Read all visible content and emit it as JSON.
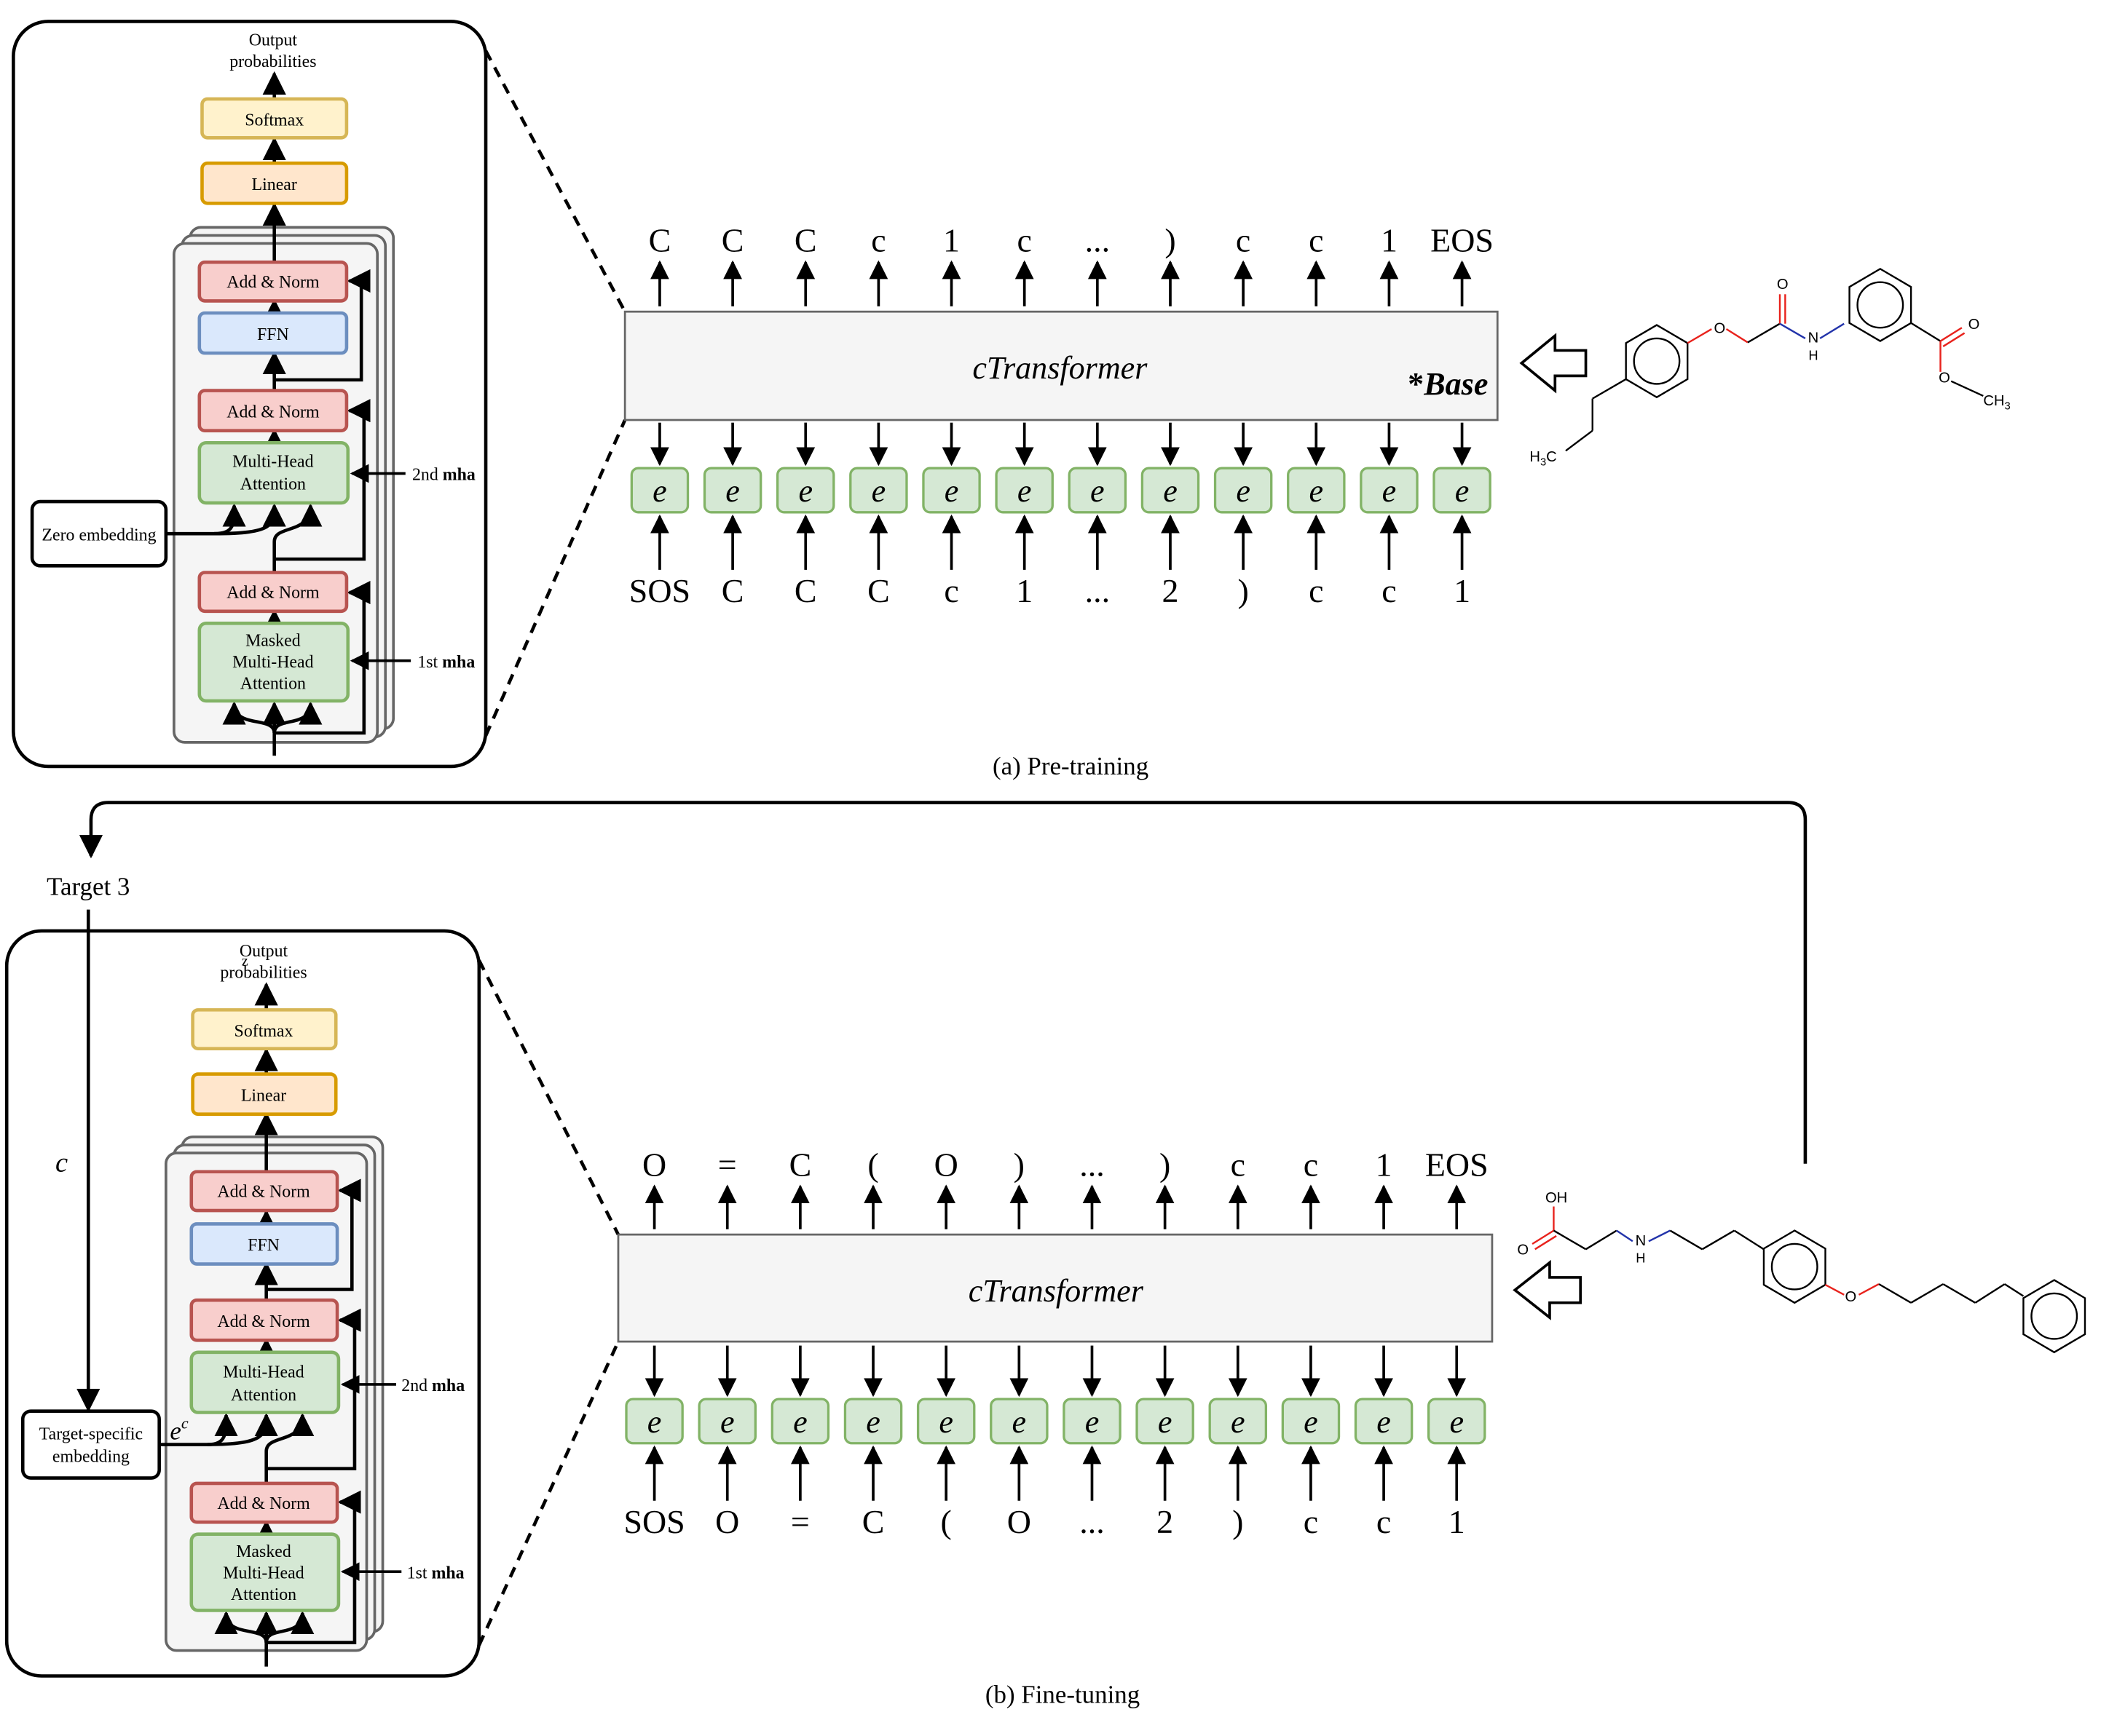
{
  "colors": {
    "softmax_fill": "#fff2cc",
    "softmax_stroke": "#d6b656",
    "linear_fill": "#ffe6cc",
    "linear_stroke": "#d79b00",
    "addnorm_fill": "#f8cecc",
    "addnorm_stroke": "#b85450",
    "ffn_fill": "#dae8fc",
    "ffn_stroke": "#6c8ebf",
    "attn_fill": "#d5e8d4",
    "attn_stroke": "#82b366",
    "oxygen": "#e8221c",
    "nitrogen": "#2233aa"
  },
  "pretrain": {
    "encoder": {
      "output_label_1": "Output",
      "output_label_2": "probabilities",
      "softmax": "Softmax",
      "linear": "Linear",
      "addnorm": "Add & Norm",
      "ffn": "FFN",
      "mha_1": "Multi-Head",
      "mha_2": "Attention",
      "masked_1": "Masked",
      "masked_2": "Multi-Head",
      "masked_3": "Attention",
      "embedding": "Zero embedding",
      "second_prefix": "2nd ",
      "second_bold": "mha",
      "first_prefix": "1st ",
      "first_bold": "mha"
    },
    "transformer_label": "cTransformer",
    "base_star": "*",
    "base_label": "Base",
    "output_tokens": [
      "C",
      "C",
      "C",
      "c",
      "1",
      "c",
      "...",
      ")",
      "c",
      "c",
      "1",
      "EOS"
    ],
    "input_tokens": [
      "SOS",
      "C",
      "C",
      "C",
      "c",
      "1",
      "...",
      "2",
      ")",
      "c",
      "c",
      "1"
    ],
    "embed_symbol": "e",
    "caption": "(a) Pre-training",
    "molecule": {
      "O1": "O",
      "O2": "O",
      "O3": "O",
      "O4": "O",
      "N": "N",
      "NH": "H",
      "H3C": "H",
      "H3C_sub": "3",
      "H3C_C": "C",
      "CH3": "CH",
      "CH3_sub": "3"
    }
  },
  "finetune": {
    "target_label": "Target 3",
    "c_label": "c",
    "ec_base": "e",
    "ec_sup": "c",
    "z_label": "z",
    "encoder": {
      "output_label_1": "Output",
      "output_label_2": "probabilities",
      "softmax": "Softmax",
      "linear": "Linear",
      "addnorm": "Add & Norm",
      "ffn": "FFN",
      "mha_1": "Multi-Head",
      "mha_2": "Attention",
      "masked_1": "Masked",
      "masked_2": "Multi-Head",
      "masked_3": "Attention",
      "embedding_1": "Target-specific",
      "embedding_2": "embedding",
      "second_prefix": "2nd ",
      "second_bold": "mha",
      "first_prefix": "1st ",
      "first_bold": "mha"
    },
    "transformer_label": "cTransformer",
    "output_tokens": [
      "O",
      "=",
      "C",
      "(",
      "O",
      ")",
      "...",
      ")",
      "c",
      "c",
      "1",
      "EOS"
    ],
    "input_tokens": [
      "SOS",
      "O",
      "=",
      "C",
      "(",
      "O",
      "...",
      "2",
      ")",
      "c",
      "c",
      "1"
    ],
    "embed_symbol": "e",
    "caption": "(b) Fine-tuning",
    "molecule": {
      "OH": "OH",
      "O_carbonyl": "O",
      "N": "N",
      "NH": "H",
      "O_ether": "O"
    }
  }
}
